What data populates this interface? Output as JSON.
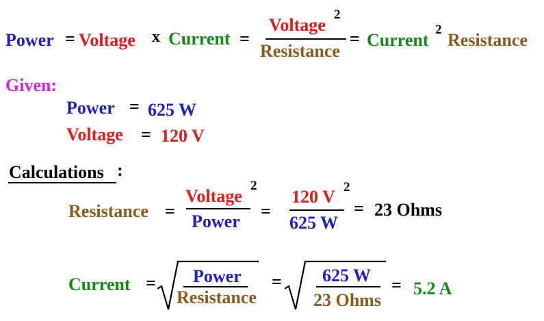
{
  "colors": {
    "power": "#1f1fc8",
    "voltage": "#e01c1c",
    "current": "#138a13",
    "resistance": "#8b5a1e",
    "given": "#e020e0",
    "black": "#000000"
  },
  "formula": {
    "power": "Power",
    "eq1": "=",
    "voltage": "Voltage",
    "times": "x",
    "current": "Current",
    "eq2": "=",
    "frac_num": "Voltage",
    "frac_num_exp": "2",
    "frac_den": "Resistance",
    "eq3": "=",
    "current2": "Current",
    "current2_exp": "2",
    "resistance": "Resistance"
  },
  "given": {
    "label": "Given:",
    "power_label": "Power",
    "power_eq": "=",
    "power_value": "625 W",
    "voltage_label": "Voltage",
    "voltage_eq": "=",
    "voltage_value": "120 V"
  },
  "calculations": {
    "label": "Calculations",
    "colon": ":",
    "resistance": {
      "label": "Resistance",
      "eq1": "=",
      "num1": "Voltage",
      "num1_exp": "2",
      "den1": "Power",
      "eq2": "=",
      "num2": "120 V",
      "num2_exp": "2",
      "den2": "625 W",
      "eq3": "=",
      "result": "23 Ohms"
    },
    "current": {
      "label": "Current",
      "eq1": "=",
      "num1": "Power",
      "den1": "Resistance",
      "eq2": "=",
      "num2": "625 W",
      "den2": "23 Ohms",
      "eq3": "=",
      "result": "5.2 A"
    }
  }
}
